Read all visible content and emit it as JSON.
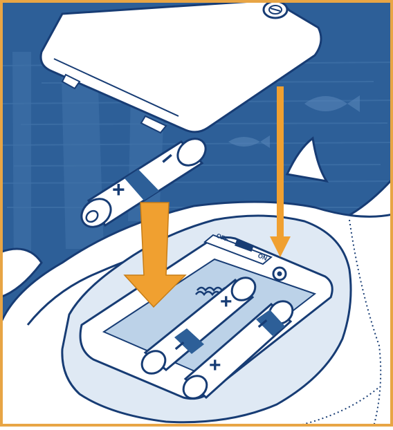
{
  "illustration": {
    "colors": {
      "frame": "#e8a545",
      "background_blue": "#2d5f98",
      "background_blue_light": "#4577ad",
      "outline_blue": "#173c74",
      "arrow_orange": "#f0a030",
      "body_white": "#ffffff",
      "compartment_shadow": "#bcd2e8"
    },
    "switch": {
      "off_label": "OFF",
      "on_label": "ON"
    },
    "loose_battery": {
      "plus_symbol": "+",
      "minus_symbol": "−"
    },
    "installed_battery_left": {
      "plus_symbol": "+",
      "minus_symbol": "−"
    },
    "installed_battery_right": {
      "plus_symbol": "+",
      "minus_symbol": "−"
    },
    "icons": [
      "battery-cover",
      "screw-icon",
      "aa-battery",
      "down-arrow",
      "power-switch",
      "spring-contact"
    ]
  }
}
